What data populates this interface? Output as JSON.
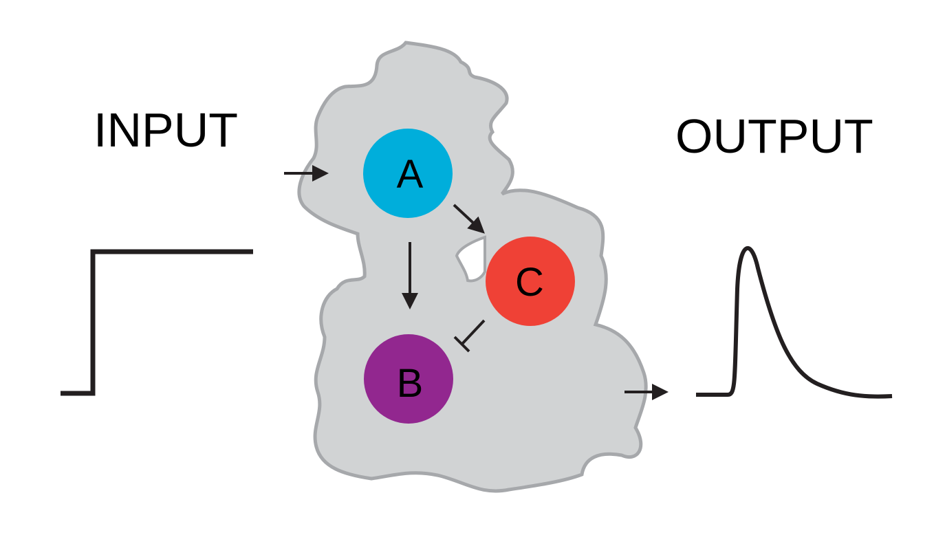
{
  "labels": {
    "input": "INPUT",
    "output": "OUTPUT"
  },
  "nodes": {
    "a": {
      "label": "A",
      "color": "#00aedb"
    },
    "b": {
      "label": "B",
      "color": "#92278f"
    },
    "c": {
      "label": "C",
      "color": "#ef4136"
    }
  },
  "colors": {
    "cell_fill": "#d1d3d4",
    "cell_stroke": "#a6a8ab",
    "line": "#231f20"
  },
  "edges": [
    {
      "from": "input",
      "to": "a",
      "type": "activation"
    },
    {
      "from": "a",
      "to": "c",
      "type": "activation"
    },
    {
      "from": "a",
      "to": "b",
      "type": "activation"
    },
    {
      "from": "c",
      "to": "b",
      "type": "inhibition"
    },
    {
      "from": "cell",
      "to": "output",
      "type": "activation"
    }
  ]
}
